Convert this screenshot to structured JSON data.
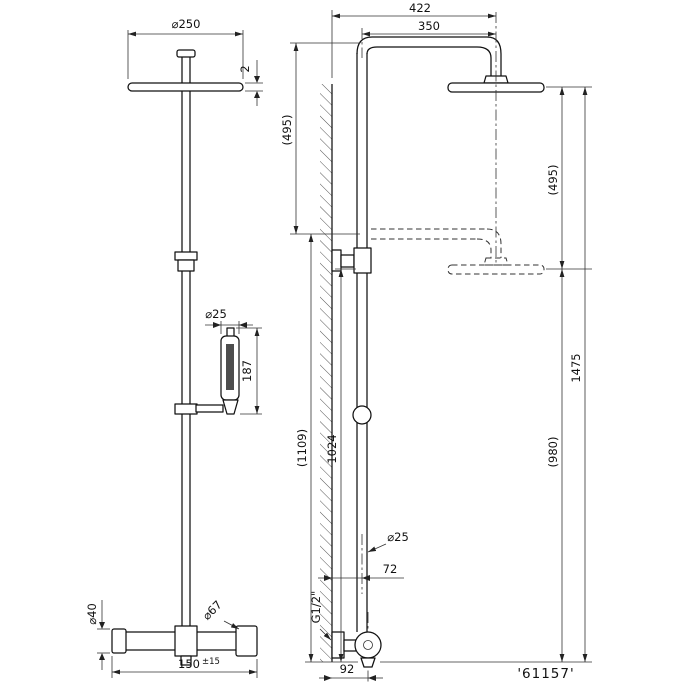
{
  "drawing": {
    "part_number": "'61157'",
    "front_view": {
      "head_diameter": "⌀250",
      "head_thickness": "2",
      "handset_diameter": "⌀25",
      "handset_length": "187",
      "valve_diameter": "⌀40",
      "handle_diameter": "⌀67",
      "valve_centers": "150",
      "valve_centers_tolerance": "±15"
    },
    "side_view": {
      "reach_to_head_center": "422",
      "arm_projection": "350",
      "slide_travel": "(495)",
      "head_height_travel": "(495)",
      "total_height": "1475",
      "height_below_head": "(980)",
      "riser_height": "1024",
      "riser_height_max": "(1109)",
      "pipe_diameter": "⌀25",
      "wall_to_pipe_center": "72",
      "connection_thread": "G1/2\"",
      "wall_to_valve_center": "92"
    }
  }
}
